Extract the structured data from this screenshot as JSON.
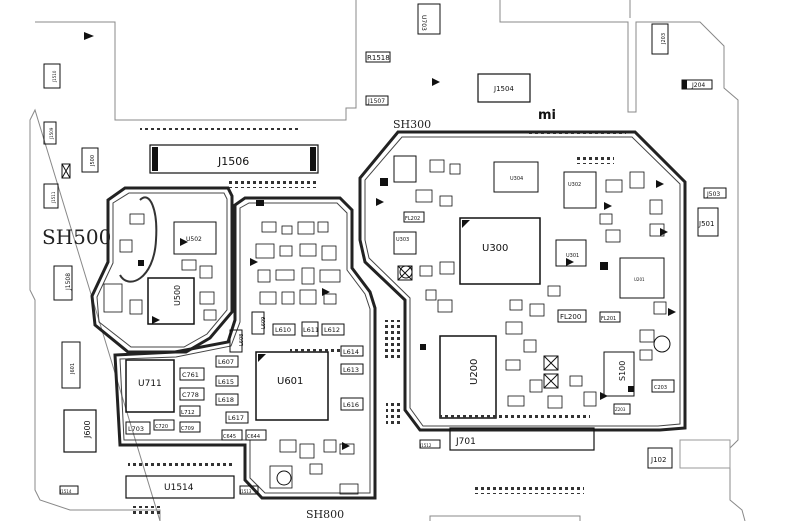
{
  "shields": {
    "sh300": "SH300",
    "sh500": "SH500",
    "sh800": "SH800"
  },
  "connectors": {
    "j1506": "J1506",
    "j1504": "J1504",
    "j1508": "J1508",
    "j600": "J600",
    "j701": "J701",
    "j102": "J102",
    "j501": "J501",
    "j503": "J503",
    "j204": "J204",
    "j203": "J203",
    "j1507": "J1507",
    "j1510": "J1510",
    "j1509": "J1509",
    "j1511": "J1511",
    "j500": "J500",
    "j601": "J601"
  },
  "chips": {
    "u300": "U300",
    "u200": "U200",
    "u500": "U500",
    "u502": "U502",
    "u601": "U601",
    "u711": "U711",
    "u1514": "U1514",
    "u1513": "U1513",
    "s100": "S100",
    "u703": "U703",
    "u304": "U304",
    "u302": "U302",
    "u301": "U301",
    "u303": "U303",
    "u201": "U201"
  },
  "passives": {
    "r1518": "R1518",
    "l610": "L610",
    "l611": "L611",
    "l612": "L612",
    "l614": "L614",
    "l613": "L613",
    "l615": "L615",
    "l616": "L616",
    "l617": "L617",
    "l618": "L618",
    "l607": "L607",
    "l608": "L608",
    "l609": "L609",
    "c761": "C761",
    "c778": "C778",
    "l712": "L712",
    "l703": "L703",
    "c720": "C720",
    "c709": "C709",
    "c645": "C645",
    "c644": "C644",
    "fl200": "FL200",
    "fl201": "FL201",
    "fl202": "FL202",
    "c203": "C203",
    "z203": "Z203",
    "j1514": "J1514",
    "j1513": "J1513",
    "j1512": "J1512"
  },
  "logo": "mi",
  "colors": {
    "outline": "#777777",
    "shield": "#222222",
    "component": "#111111",
    "pad": "#ffffff"
  }
}
